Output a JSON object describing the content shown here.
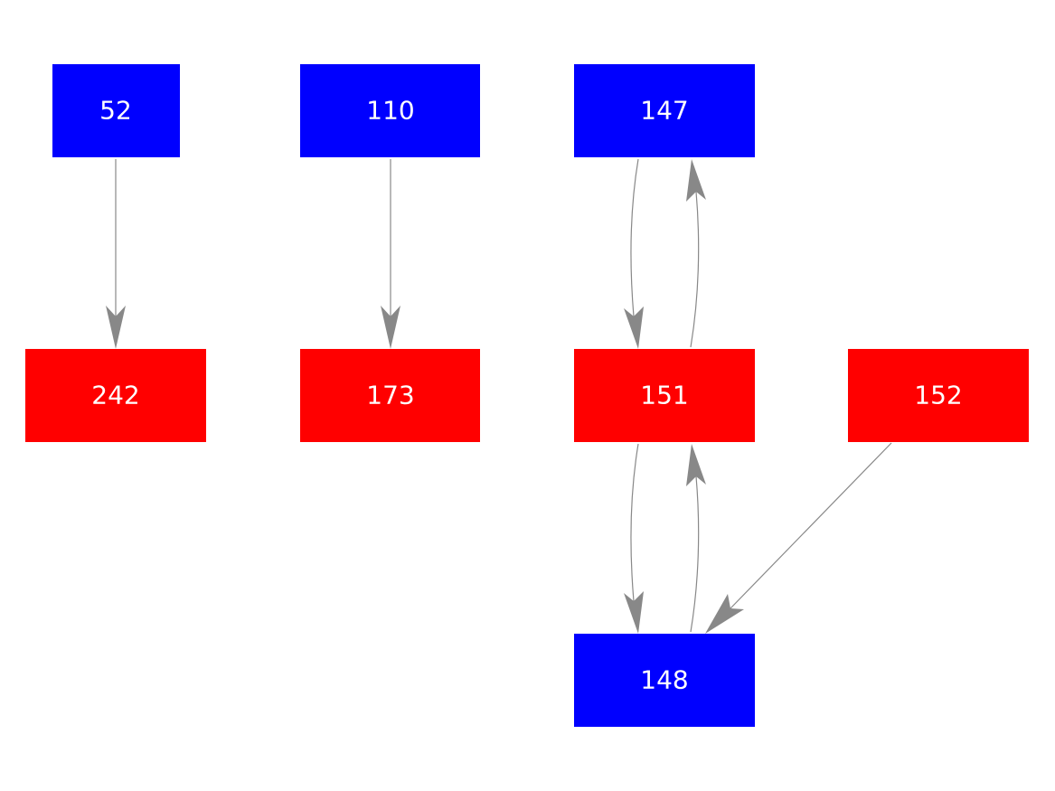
{
  "colors": {
    "blue": "#0000ff",
    "red": "#ff0000",
    "edge": "#888888",
    "label": "#ffffff"
  },
  "nodes": [
    {
      "id": "n52",
      "label": "52",
      "color": "blue"
    },
    {
      "id": "n110",
      "label": "110",
      "color": "blue"
    },
    {
      "id": "n147",
      "label": "147",
      "color": "blue"
    },
    {
      "id": "n242",
      "label": "242",
      "color": "red"
    },
    {
      "id": "n173",
      "label": "173",
      "color": "red"
    },
    {
      "id": "n151",
      "label": "151",
      "color": "red"
    },
    {
      "id": "n152",
      "label": "152",
      "color": "red"
    },
    {
      "id": "n148",
      "label": "148",
      "color": "blue"
    }
  ],
  "edges": [
    {
      "from": "52",
      "to": "242"
    },
    {
      "from": "110",
      "to": "173"
    },
    {
      "from": "147",
      "to": "151"
    },
    {
      "from": "151",
      "to": "147"
    },
    {
      "from": "151",
      "to": "148"
    },
    {
      "from": "148",
      "to": "151"
    },
    {
      "from": "152",
      "to": "148"
    }
  ]
}
